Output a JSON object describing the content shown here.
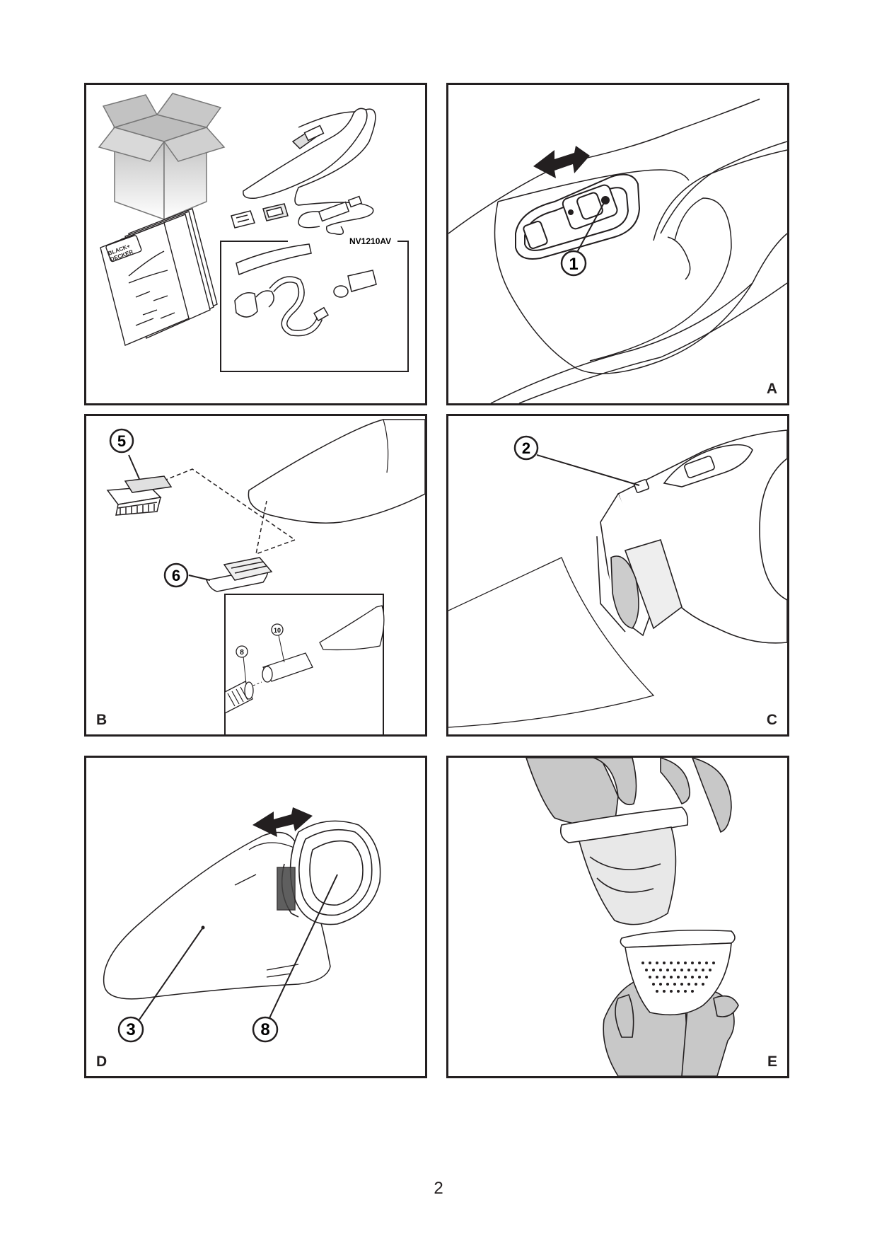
{
  "panels": {
    "p1": {
      "letter": "",
      "inset_model": "NV1210AV",
      "manual_brand": [
        "BLACK+",
        "DECKER"
      ]
    },
    "A": {
      "letter": "A",
      "callouts": [
        "1"
      ]
    },
    "B": {
      "letter": "B",
      "callouts": [
        "5",
        "6"
      ],
      "inset_callouts": [
        "8",
        "10"
      ]
    },
    "C": {
      "letter": "C",
      "callouts": [
        "2"
      ]
    },
    "D": {
      "letter": "D",
      "callouts": [
        "3",
        "8"
      ]
    },
    "E": {
      "letter": "E"
    }
  },
  "page_number": "2"
}
